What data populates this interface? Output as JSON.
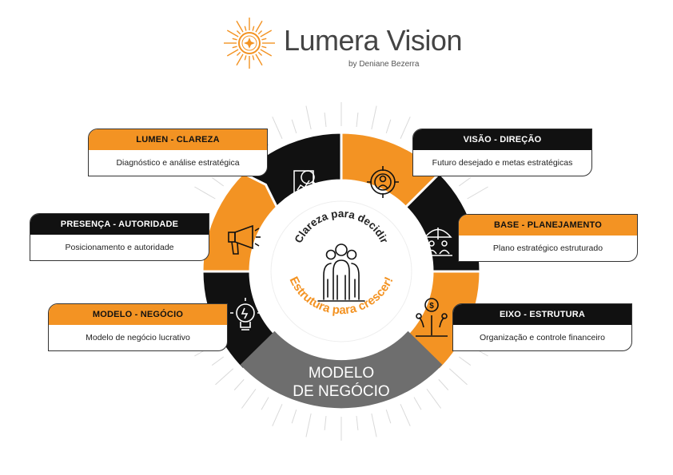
{
  "logo": {
    "title": "Lumera Vision",
    "subtitle": "by Deniane Bezerra",
    "icon": "sun-star-icon",
    "accent": "#F39323"
  },
  "colors": {
    "orange": "#F39323",
    "black": "#111111",
    "gray": "#6E6E6E"
  },
  "center": {
    "top_text": "Clareza para decidir",
    "bottom_text": "Estrutura para crescer!",
    "icon": "people-group-icon"
  },
  "highlight": {
    "line1": "MODELO",
    "line2": "DE NEGÓCIO"
  },
  "cards": {
    "lumen": {
      "title": "LUMEN - CLAREZA",
      "text": "Diagnóstico e análise estratégica"
    },
    "visao": {
      "title": "VISÃO - DIREÇÃO",
      "text": "Futuro desejado e metas estratégicas"
    },
    "presenca": {
      "title": "PRESENÇA - AUTORIDADE",
      "text": "Posicionamento e autoridade"
    },
    "base": {
      "title": "BASE - PLANEJAMENTO",
      "text": "Plano estratégico estruturado"
    },
    "modelo": {
      "title": "MODELO - NEGÓCIO",
      "text": "Modelo de negócio lucrativo"
    },
    "eixo": {
      "title": "EIXO - ESTRUTURA",
      "text": "Organização e controle financeiro"
    }
  },
  "segment_icons": [
    "analytics-magnifier-icon",
    "target-person-icon",
    "umbrella-people-icon",
    "money-growth-icon",
    "lightbulb-icon",
    "megaphone-icon"
  ]
}
